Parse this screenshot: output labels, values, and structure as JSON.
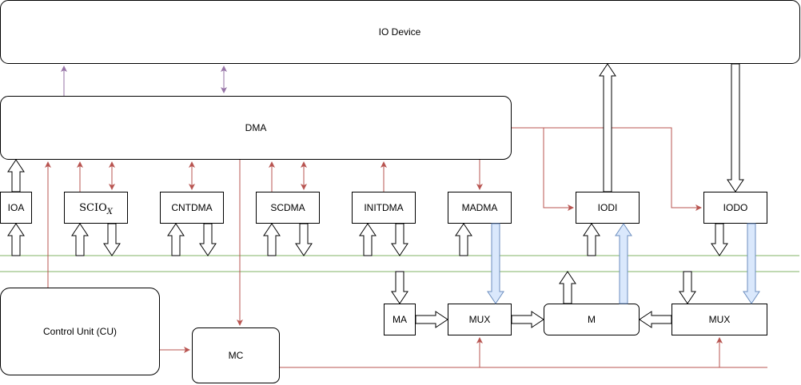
{
  "diagram": {
    "io_device": "IO Device",
    "dma": "DMA",
    "ioa": "IOA",
    "scio": {
      "base": "SCIO",
      "sub": "X"
    },
    "cntdma": "CNTDMA",
    "scdma": "SCDMA",
    "initdma": "INITDMA",
    "madma": "MADMA",
    "iodi": "IODI",
    "iodo": "IODO",
    "control_unit": "Control Unit (CU)",
    "ma": "MA",
    "mux_left": "MUX",
    "m": "M",
    "mux_right": "MUX",
    "mc": "MC"
  },
  "colors": {
    "control_line": "#b85450",
    "io_link": "#9673a6",
    "bus_line": "#82b366",
    "data_path_fill": "#dae8fc",
    "data_path_stroke": "#6c8ebf"
  }
}
